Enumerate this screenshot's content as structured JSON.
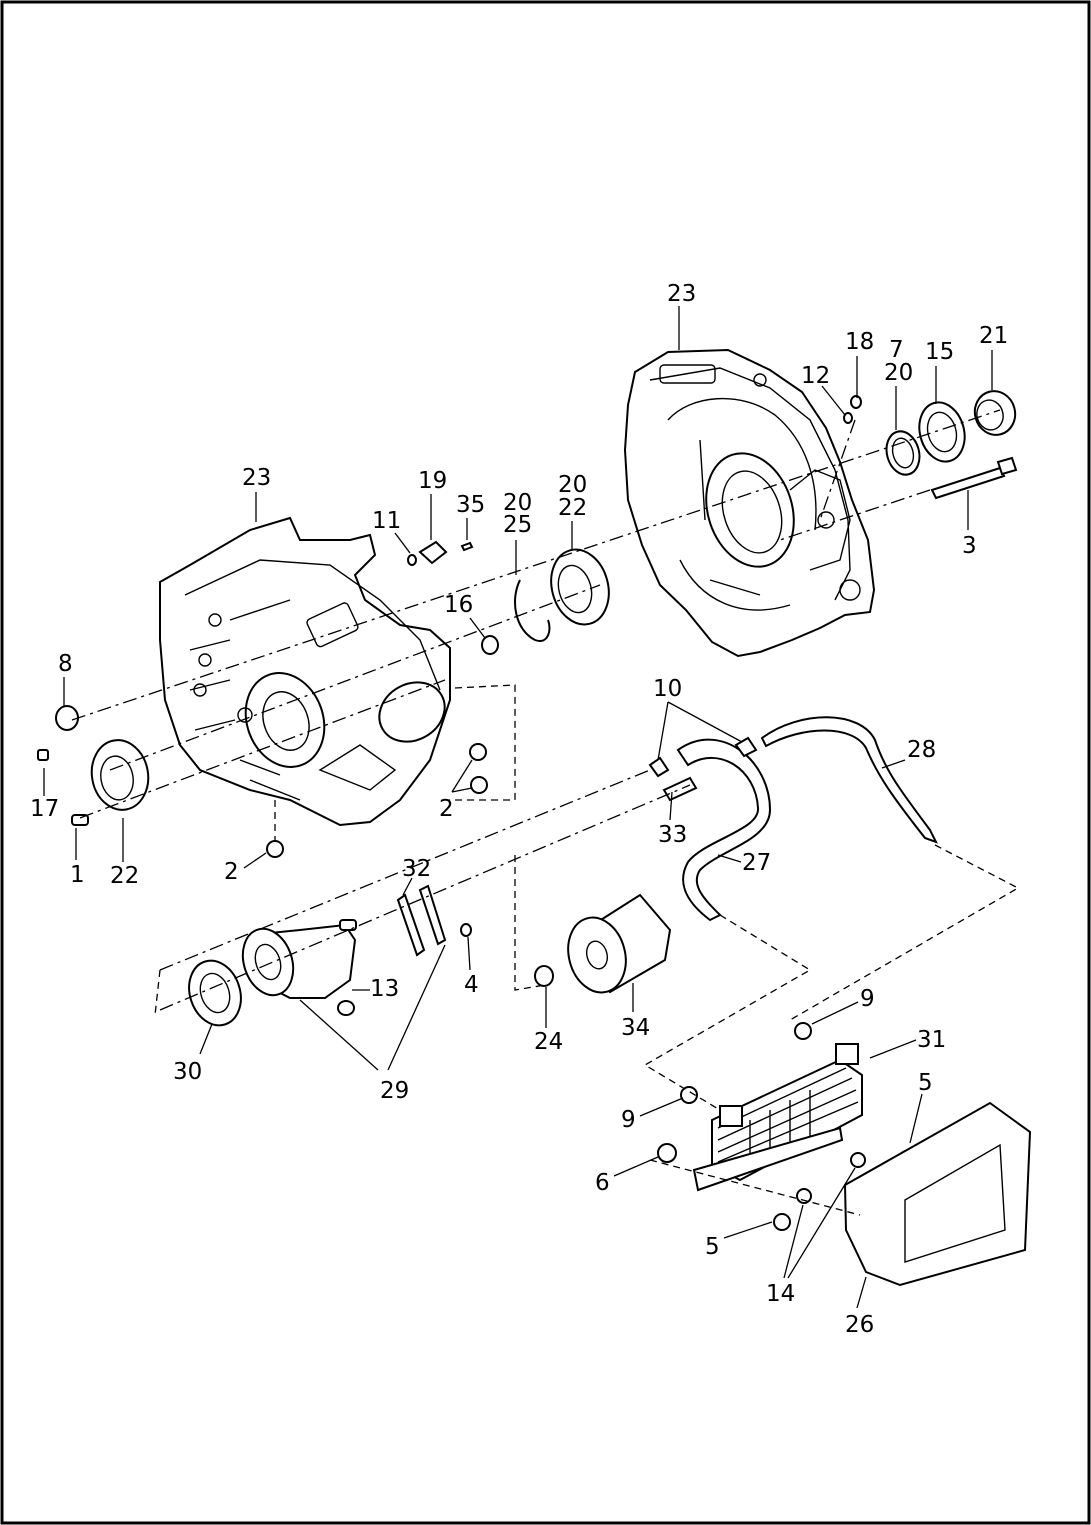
{
  "figure": {
    "callouts": [
      {
        "id": "c23a",
        "text": "23"
      },
      {
        "id": "c18",
        "text": "18"
      },
      {
        "id": "c7",
        "text": "7"
      },
      {
        "id": "c15",
        "text": "15"
      },
      {
        "id": "c21",
        "text": "21"
      },
      {
        "id": "c12",
        "text": "12"
      },
      {
        "id": "c20a",
        "text": "20"
      },
      {
        "id": "c3",
        "text": "3"
      },
      {
        "id": "c23b",
        "text": "23"
      },
      {
        "id": "c19",
        "text": "19"
      },
      {
        "id": "c35",
        "text": "35"
      },
      {
        "id": "c11",
        "text": "11"
      },
      {
        "id": "c20b",
        "text": "20"
      },
      {
        "id": "c25",
        "text": "25"
      },
      {
        "id": "c20c",
        "text": "20"
      },
      {
        "id": "c22a",
        "text": "22"
      },
      {
        "id": "c16",
        "text": "16"
      },
      {
        "id": "c8",
        "text": "8"
      },
      {
        "id": "c17",
        "text": "17"
      },
      {
        "id": "c1",
        "text": "1"
      },
      {
        "id": "c22b",
        "text": "22"
      },
      {
        "id": "c2a",
        "text": "2"
      },
      {
        "id": "c2b",
        "text": "2"
      },
      {
        "id": "c10",
        "text": "10"
      },
      {
        "id": "c28",
        "text": "28"
      },
      {
        "id": "c33",
        "text": "33"
      },
      {
        "id": "c27",
        "text": "27"
      },
      {
        "id": "c32",
        "text": "32"
      },
      {
        "id": "c13",
        "text": "13"
      },
      {
        "id": "c4",
        "text": "4"
      },
      {
        "id": "c30",
        "text": "30"
      },
      {
        "id": "c29",
        "text": "29"
      },
      {
        "id": "c24",
        "text": "24"
      },
      {
        "id": "c34",
        "text": "34"
      },
      {
        "id": "c9a",
        "text": "9"
      },
      {
        "id": "c31",
        "text": "31"
      },
      {
        "id": "c9b",
        "text": "9"
      },
      {
        "id": "c5a",
        "text": "5"
      },
      {
        "id": "c6",
        "text": "6"
      },
      {
        "id": "c5b",
        "text": "5"
      },
      {
        "id": "c14",
        "text": "14"
      },
      {
        "id": "c26",
        "text": "26"
      }
    ]
  }
}
